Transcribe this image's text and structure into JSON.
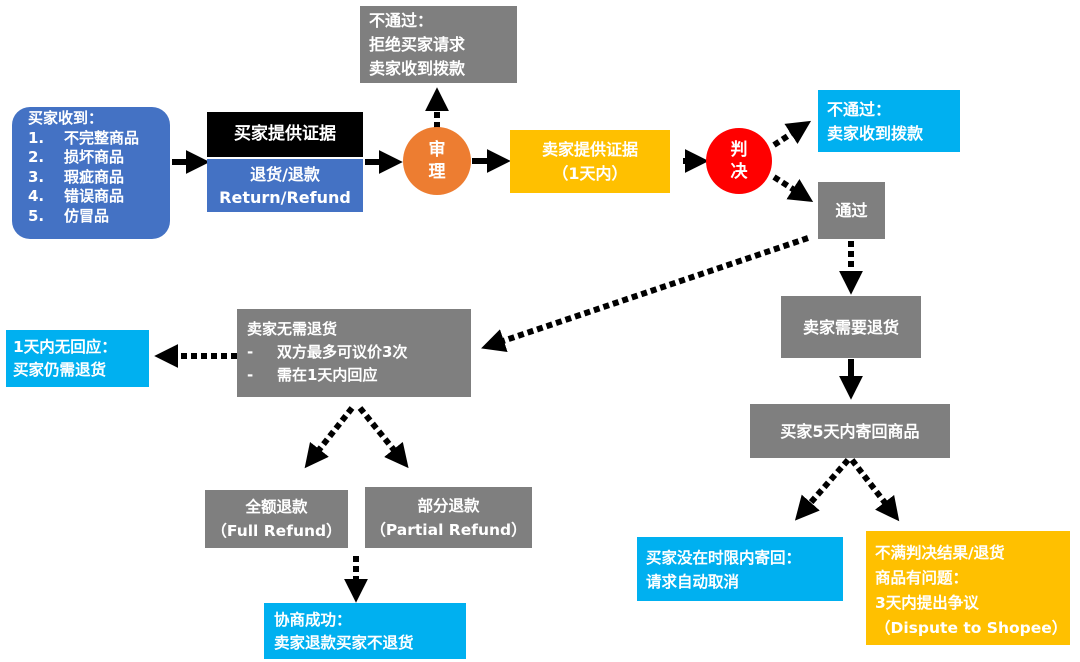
{
  "buyer_receives": {
    "title": "买家收到：",
    "items": [
      {
        "num": "1.",
        "text": "不完整商品"
      },
      {
        "num": "2.",
        "text": "损坏商品"
      },
      {
        "num": "3.",
        "text": "瑕疵商品"
      },
      {
        "num": "4.",
        "text": "错误商品"
      },
      {
        "num": "5.",
        "text": "仿冒品"
      }
    ]
  },
  "buyer_evidence": "买家提供证据",
  "return_refund": {
    "cn": "退货/退款",
    "en": "Return/Refund"
  },
  "review": {
    "line1": "审",
    "line2": "理"
  },
  "reject_top": {
    "line1": "不通过：",
    "line2": "拒绝买家请求",
    "line3": "卖家收到拨款"
  },
  "seller_evidence": {
    "line1": "卖家提供证据",
    "line2": "（1天内）"
  },
  "verdict": {
    "line1": "判",
    "line2": "决"
  },
  "reject_right": {
    "line1": "不通过：",
    "line2": "卖家收到拨款"
  },
  "pass": "通过",
  "no_return": {
    "title": "卖家无需退货",
    "items": [
      "双方最多可议价3次",
      "需在1天内回应"
    ],
    "bullet": "-"
  },
  "no_response": {
    "line1": "1天内无回应：",
    "line2": "买家仍需退货"
  },
  "need_return": "卖家需要退货",
  "send_back": "买家5天内寄回商品",
  "full_refund": {
    "cn": "全额退款",
    "en": "（Full Refund）"
  },
  "partial_refund": {
    "cn": "部分退款",
    "en": "（Partial Refund）"
  },
  "negotiation_success": {
    "line1": "协商成功：",
    "line2": "卖家退款买家不退货"
  },
  "timeout_cancel": {
    "line1": "买家没在时限内寄回：",
    "line2": "请求自动取消"
  },
  "dispute": {
    "line1": "不满判决结果/退货",
    "line2": "商品有问题：",
    "line3": "3天内提出争议",
    "line4": "（Dispute to Shopee）"
  },
  "colors": {
    "gray": "#7f7f7f",
    "blue": "#00b0f0",
    "navy": "#4472c4",
    "gold": "#ffc000",
    "orange": "#ed7d31",
    "red": "#ff0000",
    "black": "#000000"
  }
}
